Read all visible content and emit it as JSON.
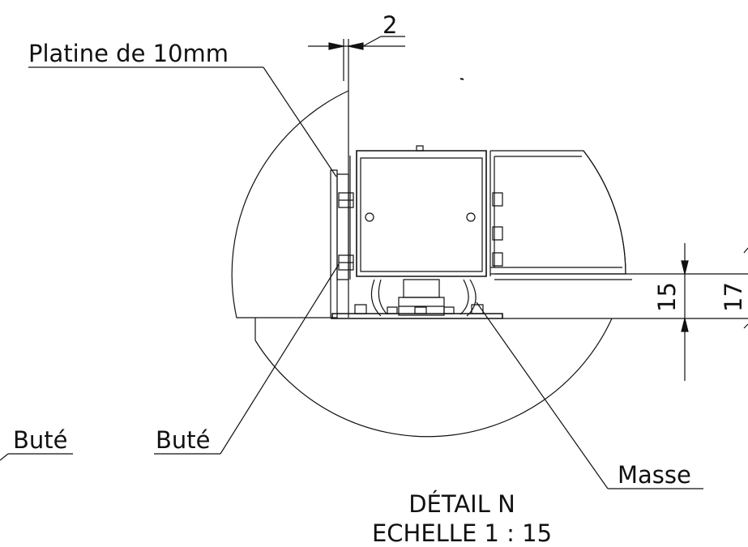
{
  "drawing": {
    "labels": {
      "plate": "Platine de 10mm",
      "stop_left": "Buté",
      "stop_center": "Buté",
      "ground": "Masse"
    },
    "dimensions": {
      "gap": "2",
      "height_inner": "15",
      "height_outer": "17"
    },
    "caption": {
      "title": "DÉTAIL N",
      "scale": "ECHELLE 1 : 15"
    }
  }
}
